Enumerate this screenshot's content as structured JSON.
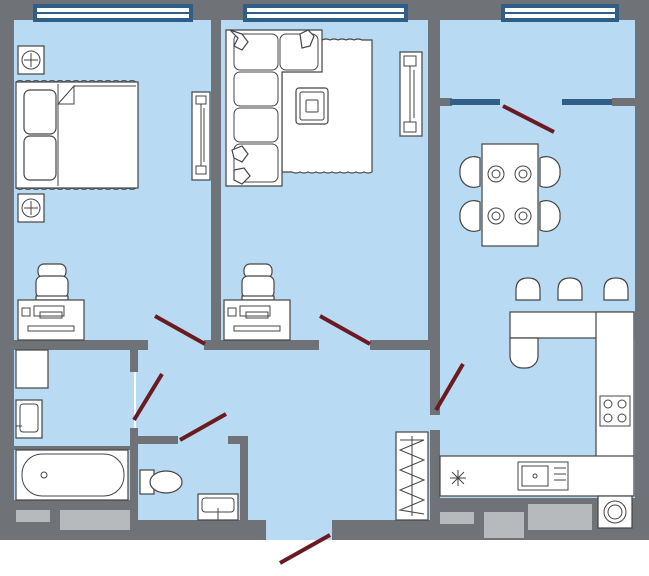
{
  "plan": {
    "colors": {
      "floor": "#b9daf3",
      "wall": "#6f7276",
      "door": "#6b1a22",
      "window_frame": "#2f5f86",
      "window_glass": "#ffffff",
      "furniture_fill": "#ffffff",
      "furniture_line": "#444444",
      "background": "#ffffff"
    },
    "rooms": [
      "bedroom",
      "living-room",
      "kitchen-dining",
      "hall",
      "bathroom",
      "toilet",
      "storage"
    ],
    "furniture": [
      "double-bed",
      "nightstand-icon",
      "desk",
      "office-chair",
      "sofa",
      "rug",
      "tv-unit",
      "dining-table",
      "dining-chair",
      "bar-stool",
      "kitchen-counter",
      "stove-icon",
      "sink-icon",
      "bathtub",
      "washbasin",
      "toilet-icon",
      "washing-machine",
      "radiator-icon",
      "boiler-icon"
    ]
  }
}
